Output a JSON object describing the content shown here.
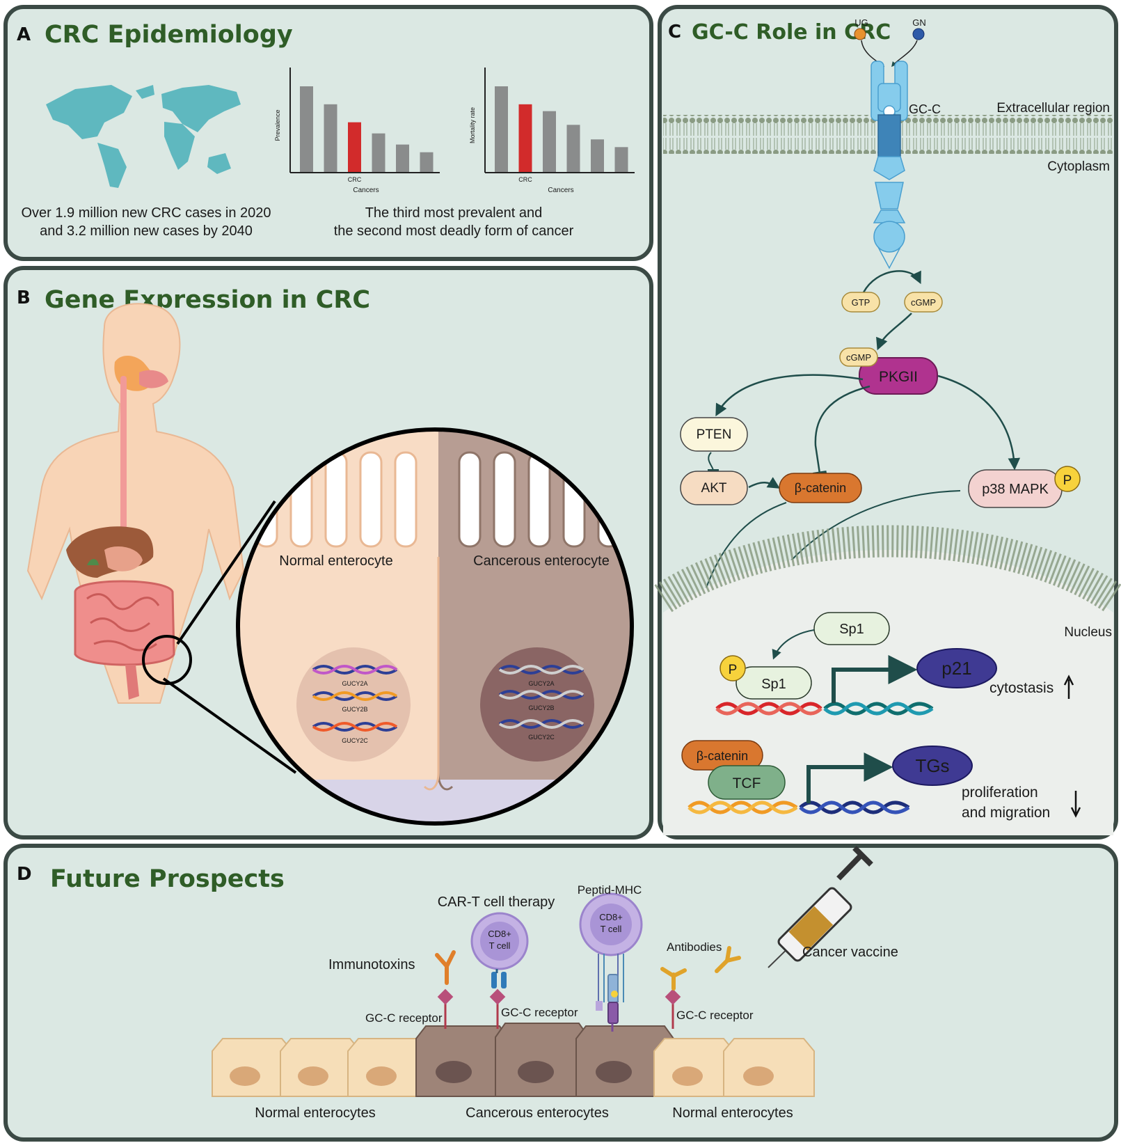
{
  "colors": {
    "panel_bg": "#dbe8e3",
    "panel_border": "#3b4a45",
    "title_green": "#2f5d27",
    "bar_gray": "#8a8c8c",
    "bar_red": "#d22b2b",
    "receptor_blue": "#7ec8e8",
    "pkgii_magenta": "#b0338f",
    "beta_catenin_orange": "#d9772f",
    "tcf_green": "#7fb08a",
    "p21_purple": "#3f3a93",
    "p38_pink": "#f3d2d0",
    "pten_cream": "#fbf6dc",
    "akt_peach": "#f6dcc2",
    "phospho_yellow": "#f7d23c",
    "normal_cell": "#f6deb8",
    "cancer_cell": "#9e8478"
  },
  "panel_a": {
    "letter": "A",
    "title": "CRC Epidemiology",
    "caption_left_1": "Over 1.9 million new CRC cases in 2020",
    "caption_left_2": "and 3.2 million new cases by 2040",
    "caption_right_1": "The third most prevalent and",
    "caption_right_2": "the second most deadly form of cancer"
  },
  "chart_data": [
    {
      "type": "bar",
      "ylabel": "Prevalence",
      "xlabel": "Cancers",
      "categories": [
        "",
        "",
        "CRC",
        "",
        "",
        ""
      ],
      "values": [
        100,
        79,
        58,
        45,
        32,
        23
      ],
      "highlight_index": 2,
      "axis_ticks": "none"
    },
    {
      "type": "bar",
      "ylabel": "Mortality rate",
      "xlabel": "Cancers",
      "categories": [
        "",
        "CRC",
        "",
        "",
        "",
        ""
      ],
      "values": [
        100,
        79,
        71,
        55,
        38,
        29
      ],
      "highlight_index": 1,
      "axis_ticks": "none"
    }
  ],
  "panel_b": {
    "letter": "B",
    "title": "Gene Expression in CRC",
    "normal_label": "Normal enterocyte",
    "cancer_label": "Cancerous enterocyte",
    "genes": [
      "GUCY2A",
      "GUCY2B",
      "GUCY2C"
    ]
  },
  "panel_c": {
    "letter": "C",
    "title": "GC-C Role in CRC",
    "ligand_ug": "UG",
    "ligand_gn": "GN",
    "receptor": "GC-C",
    "extracellular": "Extracellular region",
    "cytoplasm": "Cytoplasm",
    "nucleus": "Nucleus",
    "gtp": "GTP",
    "cgmp": "cGMP",
    "cgmp_bound": "cGMP",
    "pkgii": "PKGII",
    "pten": "PTEN",
    "akt": "AKT",
    "beta_catenin": "β-catenin",
    "p38": "p38 MAPK",
    "phospho": "P",
    "sp1_top": "Sp1",
    "sp1_bound": "Sp1",
    "p21": "p21",
    "cytostasis": "cytostasis",
    "beta_catenin_nuc": "β-catenin",
    "tcf": "TCF",
    "tgs": "TGs",
    "prolif_1": "proliferation",
    "prolif_2": "and migration"
  },
  "panel_d": {
    "letter": "D",
    "title": "Future Prospects",
    "cart": "CAR-T cell therapy",
    "peptid_mhc": "Peptid-MHC",
    "cd8_line1": "CD8+",
    "cd8_line2": "T cell",
    "immunotoxins": "Immunotoxins",
    "antibodies": "Antibodies",
    "cancer_vaccine": "Cancer vaccine",
    "gcc_receptor_1": "GC-C receptor",
    "gcc_receptor_2": "GC-C receptor",
    "gcc_receptor_3": "GC-C receptor",
    "normal_left": "Normal enterocytes",
    "cancerous": "Cancerous enterocytes",
    "normal_right": "Normal enterocytes"
  }
}
